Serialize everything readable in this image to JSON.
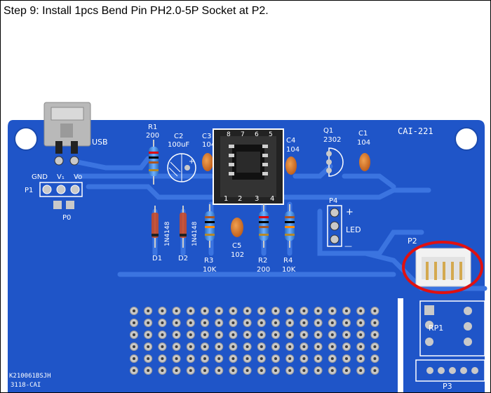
{
  "caption": "Step 9: Install 1pcs Bend Pin PH2.0-5P Socket at P2.",
  "board": {
    "model": "CAI-221",
    "usb": "USB",
    "p1": {
      "ref": "P1",
      "pins": [
        "GND",
        "V₁",
        "Vo"
      ]
    },
    "p0": "P0",
    "r1": {
      "ref": "R1",
      "value": "200"
    },
    "c2": {
      "ref": "C2",
      "value": "100uF",
      "plus": "+"
    },
    "c3": {
      "ref": "C3",
      "value": "104"
    },
    "c4": {
      "ref": "C4",
      "value": "104"
    },
    "q1": {
      "ref": "Q1",
      "value": "2302"
    },
    "c1": {
      "ref": "C1",
      "value": "104"
    },
    "d1": {
      "ref": "D1",
      "value": "1N4148"
    },
    "d2": {
      "ref": "D2",
      "value": "1N4148"
    },
    "r3": {
      "ref": "R3",
      "value": "10K"
    },
    "c5": {
      "ref": "C5",
      "value": "102"
    },
    "r2": {
      "ref": "R2",
      "value": "200"
    },
    "r4": {
      "ref": "R4",
      "value": "10K"
    },
    "p4": {
      "ref": "P4",
      "label": "LED",
      "plus": "+",
      "minus": "—"
    },
    "p2": "P2",
    "rp1": "RP1",
    "p3": "P3",
    "socket_pins": [
      "1",
      "2",
      "3",
      "4",
      "5",
      "6",
      "7",
      "8"
    ],
    "code1": "K210061BSJH",
    "code2": "3118-CAI"
  },
  "colors": {
    "pcb": "#1f55c8",
    "trace": "#3b74e0",
    "highlight": "#e01010",
    "pad": "#c9c9c9"
  }
}
